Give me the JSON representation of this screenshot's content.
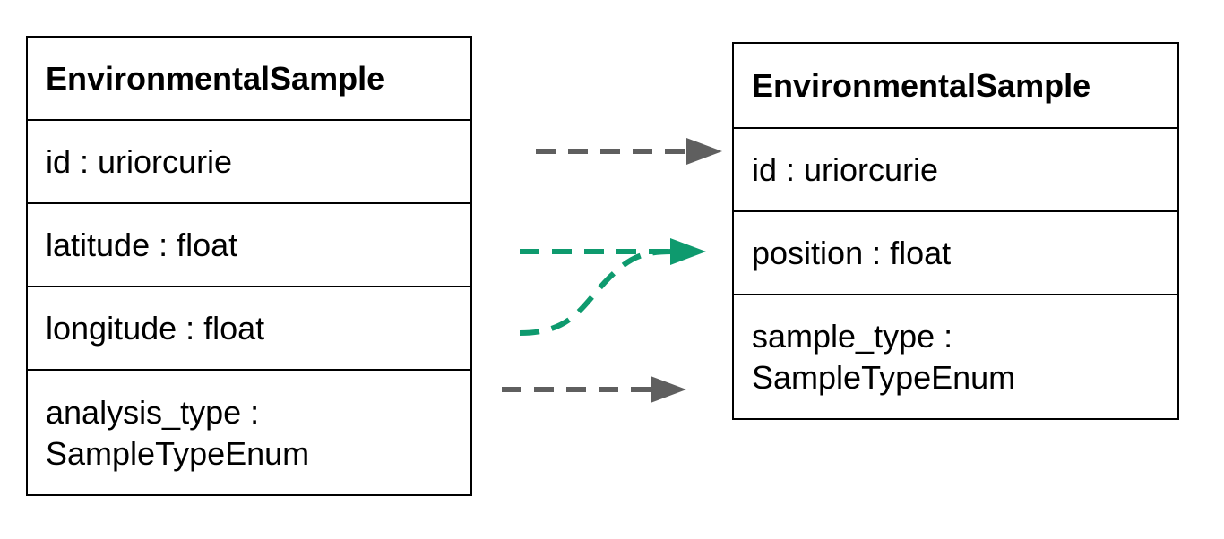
{
  "source_class": {
    "title": "EnvironmentalSample",
    "slots": [
      "id : uriorcurie",
      "latitude : float",
      "longitude : float",
      "analysis_type : SampleTypeEnum"
    ]
  },
  "target_class": {
    "title": "EnvironmentalSample",
    "slots": [
      "id : uriorcurie",
      "position : float",
      "sample_type : SampleTypeEnum"
    ]
  },
  "colors": {
    "grey_arrow": "#5f5f5f",
    "green_arrow": "#0e9a6e",
    "border": "#000000"
  }
}
